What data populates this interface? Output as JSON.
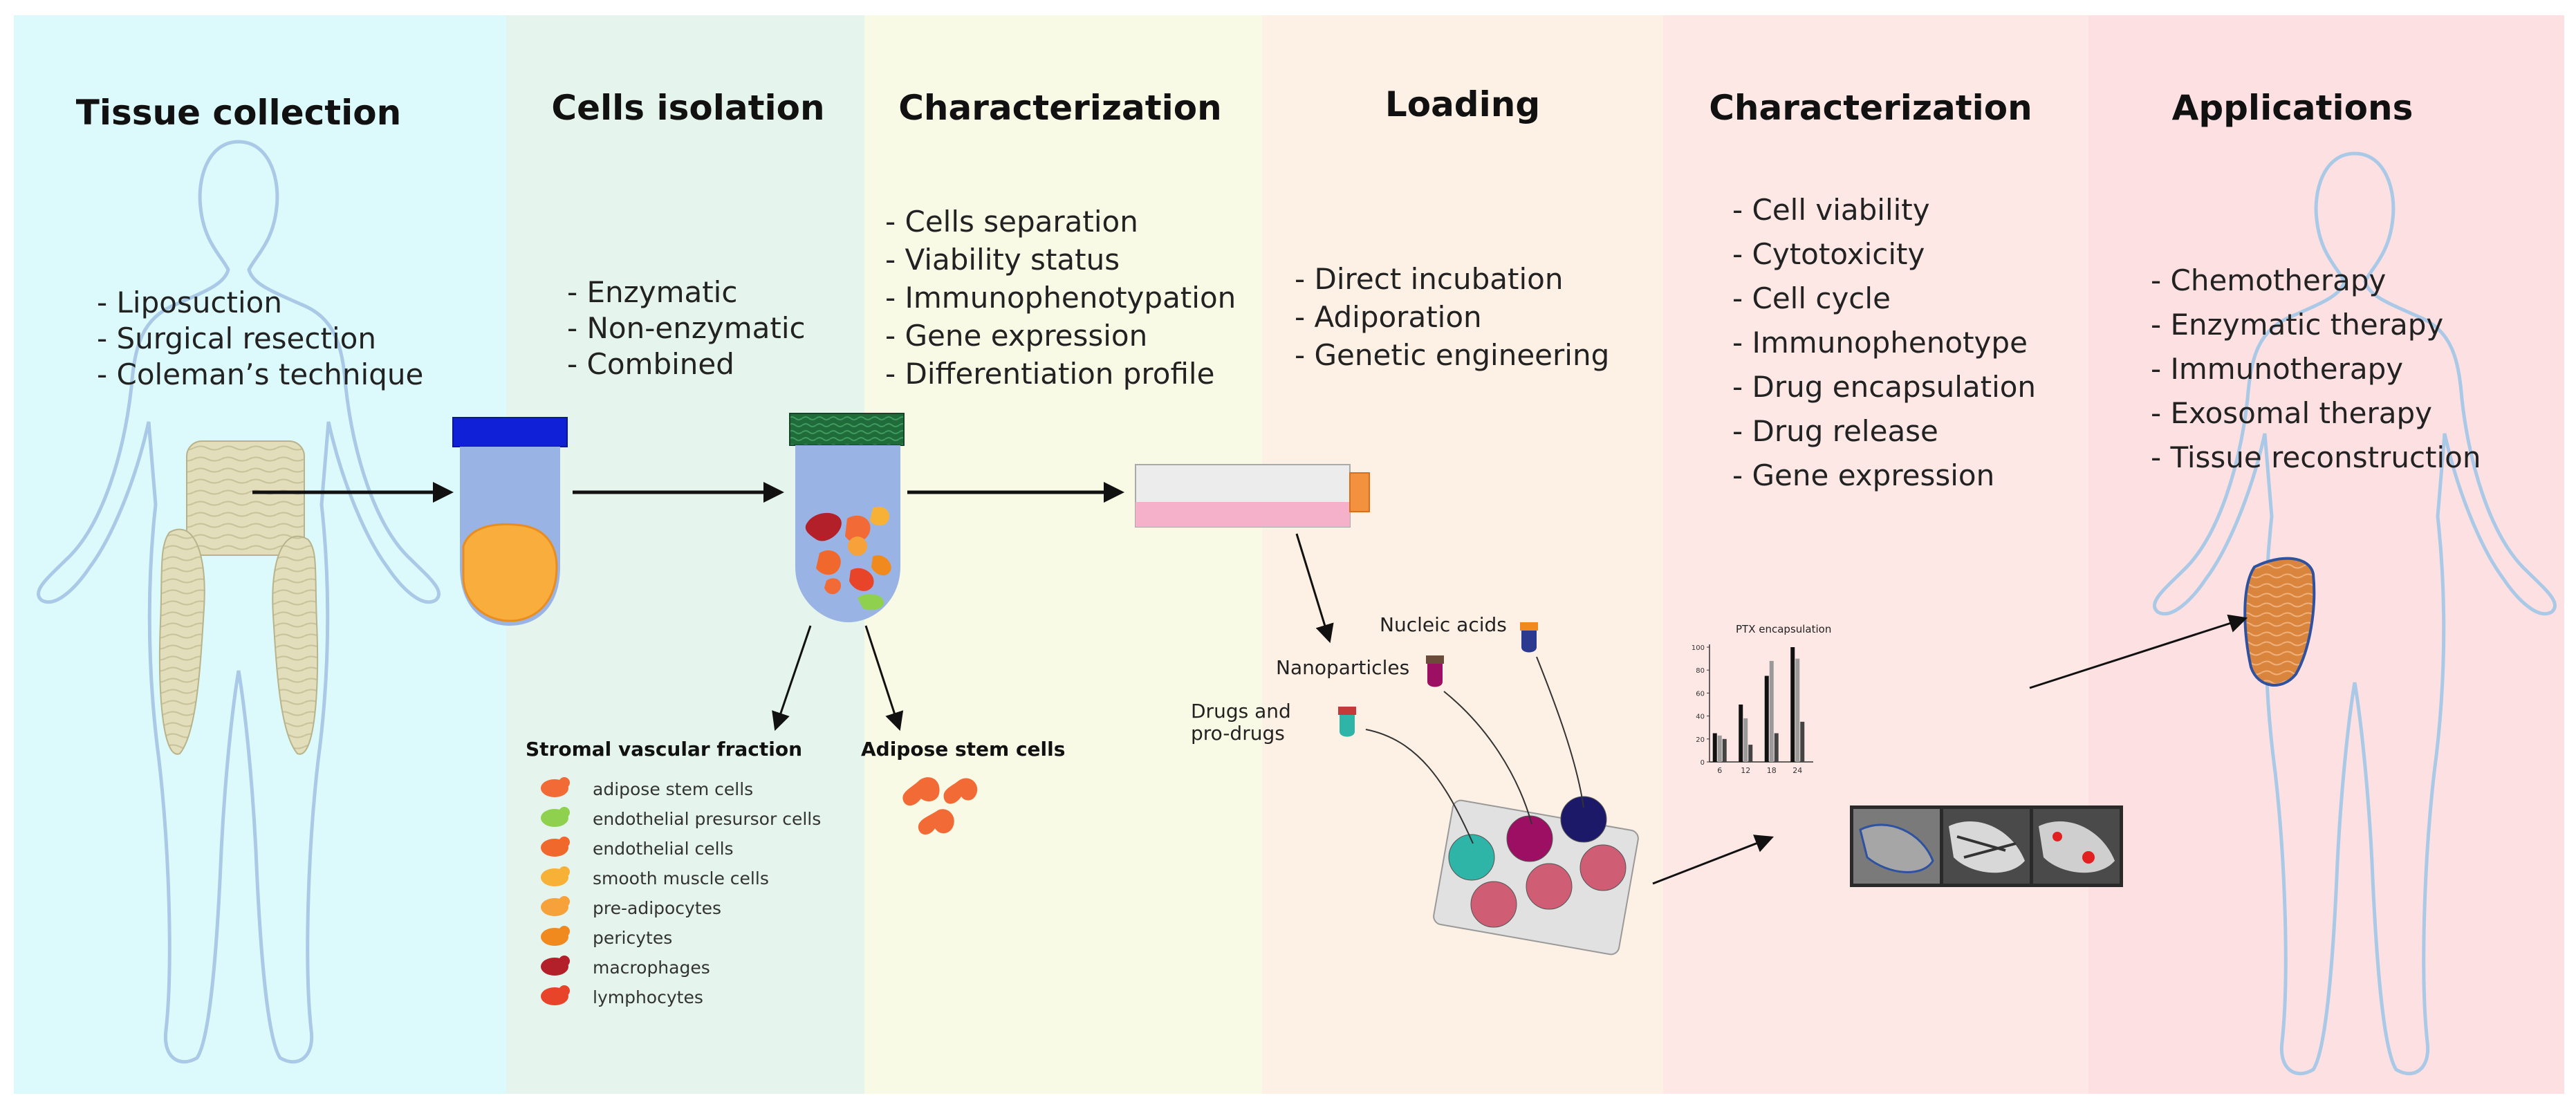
{
  "colors": {
    "panel1": "#dcfafc",
    "panel2": "#e5f4ed",
    "panel3": "#f8fae6",
    "panel4": "#fdf0e4",
    "panel5": "#fde8e6",
    "panel6": "#fde0e2",
    "body_outline": "#a9c9e6",
    "tube_blue": "#99b4e4",
    "tube_cap_blue": "#0f20d6",
    "tube_cap_green": "#1f6b3a",
    "adipose_orange": "#f9ad3c",
    "fat_beige": "#e2ddba",
    "arrow": "#111111"
  },
  "panels": [
    {
      "title": "Tissue collection",
      "items": [
        "- Liposuction",
        "- Surgical resection",
        "- Coleman’s technique"
      ]
    },
    {
      "title": "Cells isolation",
      "items": [
        "- Enzymatic",
        "- Non-enzymatic",
        "- Combined"
      ]
    },
    {
      "title": "Characterization",
      "items": [
        "- Cells separation",
        "- Viability status",
        "- Immunophenotypation",
        "- Gene expression",
        "- Differentiation profile"
      ]
    },
    {
      "title": "Loading",
      "items": [
        "- Direct incubation",
        "- Adiporation",
        "- Genetic engineering"
      ]
    },
    {
      "title": "Characterization",
      "items": [
        "- Cell viability",
        "- Cytotoxicity",
        "- Cell cycle",
        "- Immunophenotype",
        "- Drug encapsulation",
        "- Drug release",
        "- Gene expression"
      ]
    },
    {
      "title": "Applications",
      "items": [
        "- Chemotherapy",
        "- Enzymatic therapy",
        "- Immunotherapy",
        "- Exosomal therapy",
        "- Tissue reconstruction"
      ]
    }
  ],
  "svf": {
    "title": "Stromal vascular fraction",
    "items": [
      {
        "label": "adipose stem cells",
        "icon": "adipose-stem-cell-icon",
        "color": "#f26a35"
      },
      {
        "label": "endothelial presursor cells",
        "icon": "endothelial-presursor-cell-icon",
        "color": "#8fd14f"
      },
      {
        "label": "endothelial cells",
        "icon": "endothelial-cell-icon",
        "color": "#f0682c"
      },
      {
        "label": "smooth muscle cells",
        "icon": "smooth-muscle-cell-icon",
        "color": "#f7b136"
      },
      {
        "label": "pre-adipocytes",
        "icon": "pre-adipocyte-icon",
        "color": "#f7a13a"
      },
      {
        "label": "pericytes",
        "icon": "pericyte-icon",
        "color": "#f08a1e"
      },
      {
        "label": "macrophages",
        "icon": "macrophage-icon",
        "color": "#b3202a"
      },
      {
        "label": "lymphocytes",
        "icon": "lymphocyte-icon",
        "color": "#e8442a"
      }
    ]
  },
  "asc_label": "Adipose stem cells",
  "loading_labels": {
    "nucleic_acids": "Nucleic acids",
    "nanoparticles": "Nanoparticles",
    "drugs": "Drugs and\npro-drugs"
  },
  "chart_data": {
    "type": "bar",
    "title": "PTX encapsulation",
    "categories": [
      "6",
      "12",
      "18",
      "24"
    ],
    "ylim": [
      0,
      100
    ],
    "yticks": [
      0,
      20,
      40,
      60,
      80,
      100
    ],
    "series": [
      {
        "values": [
          25,
          50,
          75,
          100
        ],
        "color": "#111111"
      },
      {
        "values": [
          23,
          38,
          88,
          90
        ],
        "color": "#9a9a9a"
      },
      {
        "values": [
          20,
          15,
          25,
          35
        ],
        "color": "#444444"
      }
    ]
  },
  "well_colors": [
    "#2fb5a8",
    "#9c0f62",
    "#1c1a68",
    "#cf5d74",
    "#cf5d74",
    "#cf5d74"
  ]
}
